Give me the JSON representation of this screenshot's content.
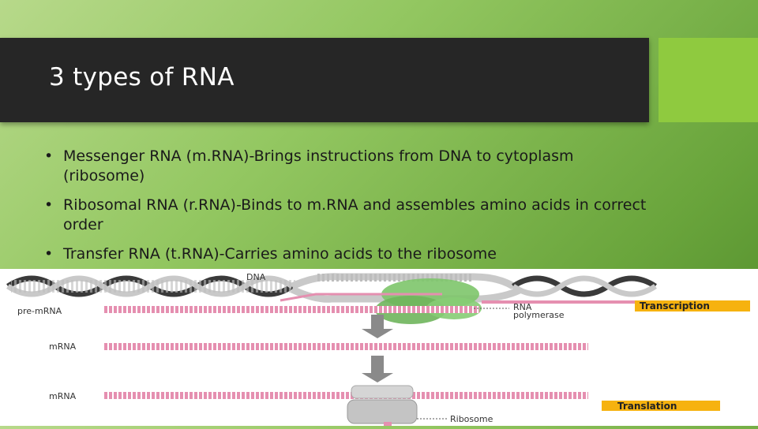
{
  "slide": {
    "title": "3 types of RNA",
    "bullets": [
      {
        "text": "Messenger RNA (m.RNA)-Brings instructions from DNA to cytoplasm (ribosome)"
      },
      {
        "text": "Ribosomal RNA (r.RNA)-Binds to m.RNA and assembles amino acids in correct order"
      },
      {
        "text": "Transfer RNA (t.RNA)-Carries amino acids to the ribosome"
      }
    ]
  },
  "figure": {
    "labels": {
      "dna": "DNA",
      "pre_mrna": "pre-mRNA",
      "mrna_1": "mRNA",
      "mrna_2": "mRNA",
      "rna_polymerase_line1": "RNA",
      "rna_polymerase_line2": "polymerase",
      "ribosome": "Ribosome",
      "transcription": "Transcription",
      "translation": "Translation"
    },
    "colors": {
      "rna_strand": "#e58fb0",
      "dna_dark": "#3a3a3a",
      "dna_light": "#c9c9c9",
      "polymerase": "#7dc56a",
      "arrow": "#8a8a8a",
      "label_box": "#f6b20f"
    }
  }
}
